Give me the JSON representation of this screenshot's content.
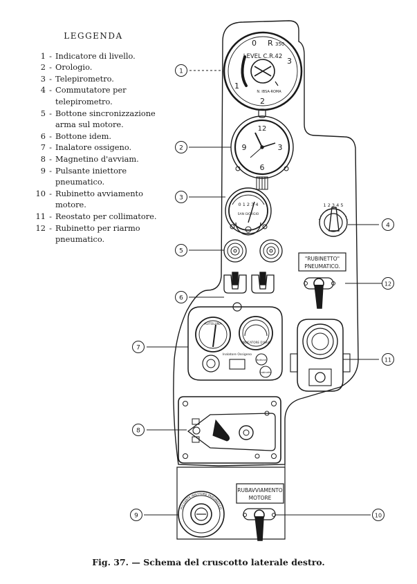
{
  "legend": {
    "title": "LEGGENDA",
    "entries": [
      {
        "num": "1",
        "text": "Indicatore di livello."
      },
      {
        "num": "2",
        "text": "Orologio."
      },
      {
        "num": "3",
        "text": "Telepirometro."
      },
      {
        "num": "4",
        "text": "Commutatore per telepirometro."
      },
      {
        "num": "5",
        "text": "Bottone sincronizzazione arma sul motore."
      },
      {
        "num": "6",
        "text": "Bottone idem."
      },
      {
        "num": "7",
        "text": "Inalatore ossigeno."
      },
      {
        "num": "8",
        "text": "Magnetino d'avviam."
      },
      {
        "num": "9",
        "text": "Pulsante iniettore pneumatico."
      },
      {
        "num": "10",
        "text": "Rubinetto avviamento motore."
      },
      {
        "num": "11",
        "text": "Reostato per collimatore."
      },
      {
        "num": "12",
        "text": "Rubinetto per riarmo pneumatico."
      }
    ]
  },
  "callouts": [
    "1",
    "2",
    "3",
    "4",
    "5",
    "6",
    "7",
    "8",
    "9",
    "10",
    "11",
    "12"
  ],
  "labels": {
    "level": {
      "zero": "0",
      "r": "R",
      "r_value": "350",
      "name": "LEVEL C.R.42",
      "sub": "N. IBSA-ROMA",
      "three": "3",
      "two": "2",
      "one": "1"
    },
    "clock": {
      "n12": "12",
      "n3": "3",
      "n6": "6",
      "n9": "9"
    },
    "pyro": {
      "scale": "0 1 2 3 4",
      "brand": "SAN GIORGIO"
    },
    "switch": {
      "scale": "1 2 3 4 5"
    },
    "rubinetto_pneumatico": {
      "line1": "\"RUBINETTO\"",
      "line2": "PNEUMATICO."
    },
    "oxygen": {
      "left_dial": "AUTOLUNA",
      "right_dial": "INDICATORE D'ARIA",
      "center": "Inalatore Ossigeno",
      "btn1": "Bottone",
      "btn2": "Rubinetto"
    },
    "rubinetto_avviamento": {
      "line1": "RUBAVVIAMENTO",
      "line2": "MOTORE"
    },
    "pulsante": {
      "ring": "PULSANTE INIETTORE PNEUMATICO"
    }
  },
  "caption": "Fig. 37. — Schema del cruscotto laterale destro."
}
